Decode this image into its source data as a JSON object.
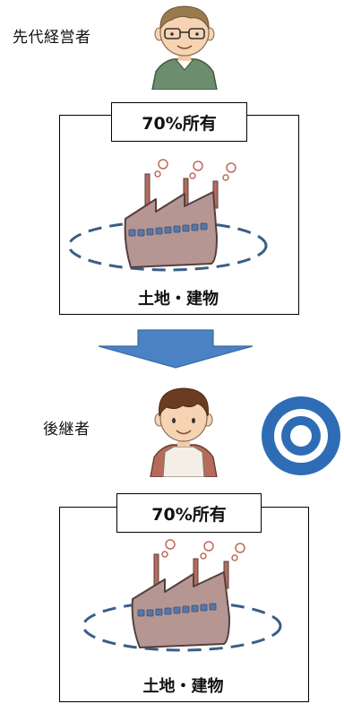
{
  "before": {
    "person_label": "先代経営者",
    "ownership_label": "70%所有",
    "asset_label": "土地・建物"
  },
  "after": {
    "person_label": "後継者",
    "ownership_label": "70%所有",
    "asset_label": "土地・建物"
  },
  "icons": {
    "transfer_arrow": "down-arrow-icon",
    "result_mark": "double-circle-icon"
  },
  "colors": {
    "arrow_fill": "#4A82C4",
    "double_circle": "#2E6DB6",
    "dashed_ellipse": "#3A5E86",
    "factory_body": "#B69693",
    "factory_outline": "#54403E",
    "elder_shirt": "#6D8E6E",
    "elder_skin": "#F5D3B3",
    "elder_hair": "#9A7B4E",
    "successor_hair": "#6A3D22",
    "successor_apron": "#F3EFE7"
  }
}
